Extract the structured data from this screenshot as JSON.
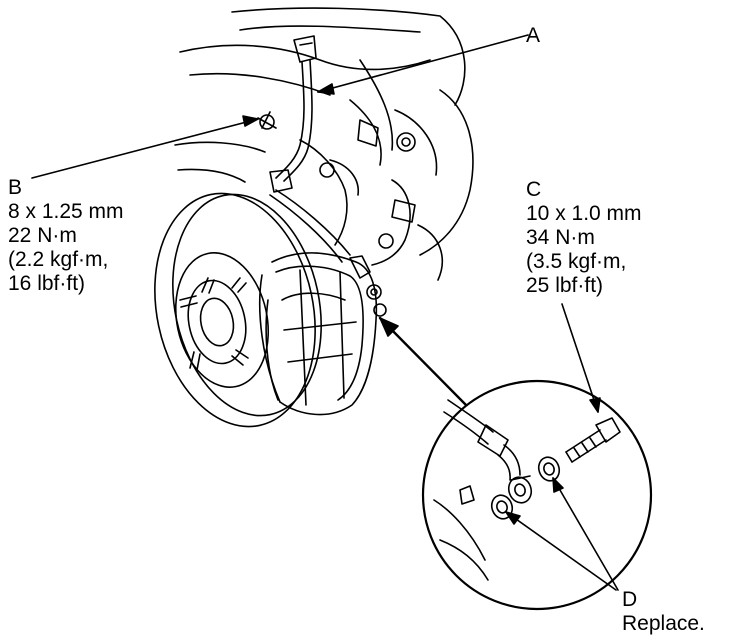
{
  "callouts": {
    "a": {
      "letter": "A"
    },
    "b": {
      "letter": "B",
      "size": "8 x 1.25 mm",
      "torque_nm": "22 N·m",
      "torque_kgf": "(2.2 kgf·m,",
      "torque_lbf": "16 lbf·ft)"
    },
    "c": {
      "letter": "C",
      "size": "10 x 1.0 mm",
      "torque_nm": "34 N·m",
      "torque_kgf": "(3.5 kgf·m,",
      "torque_lbf": "25 lbf·ft)"
    },
    "d": {
      "letter": "D",
      "note": "Replace."
    }
  },
  "colors": {
    "line": "#000000",
    "background": "#ffffff"
  }
}
